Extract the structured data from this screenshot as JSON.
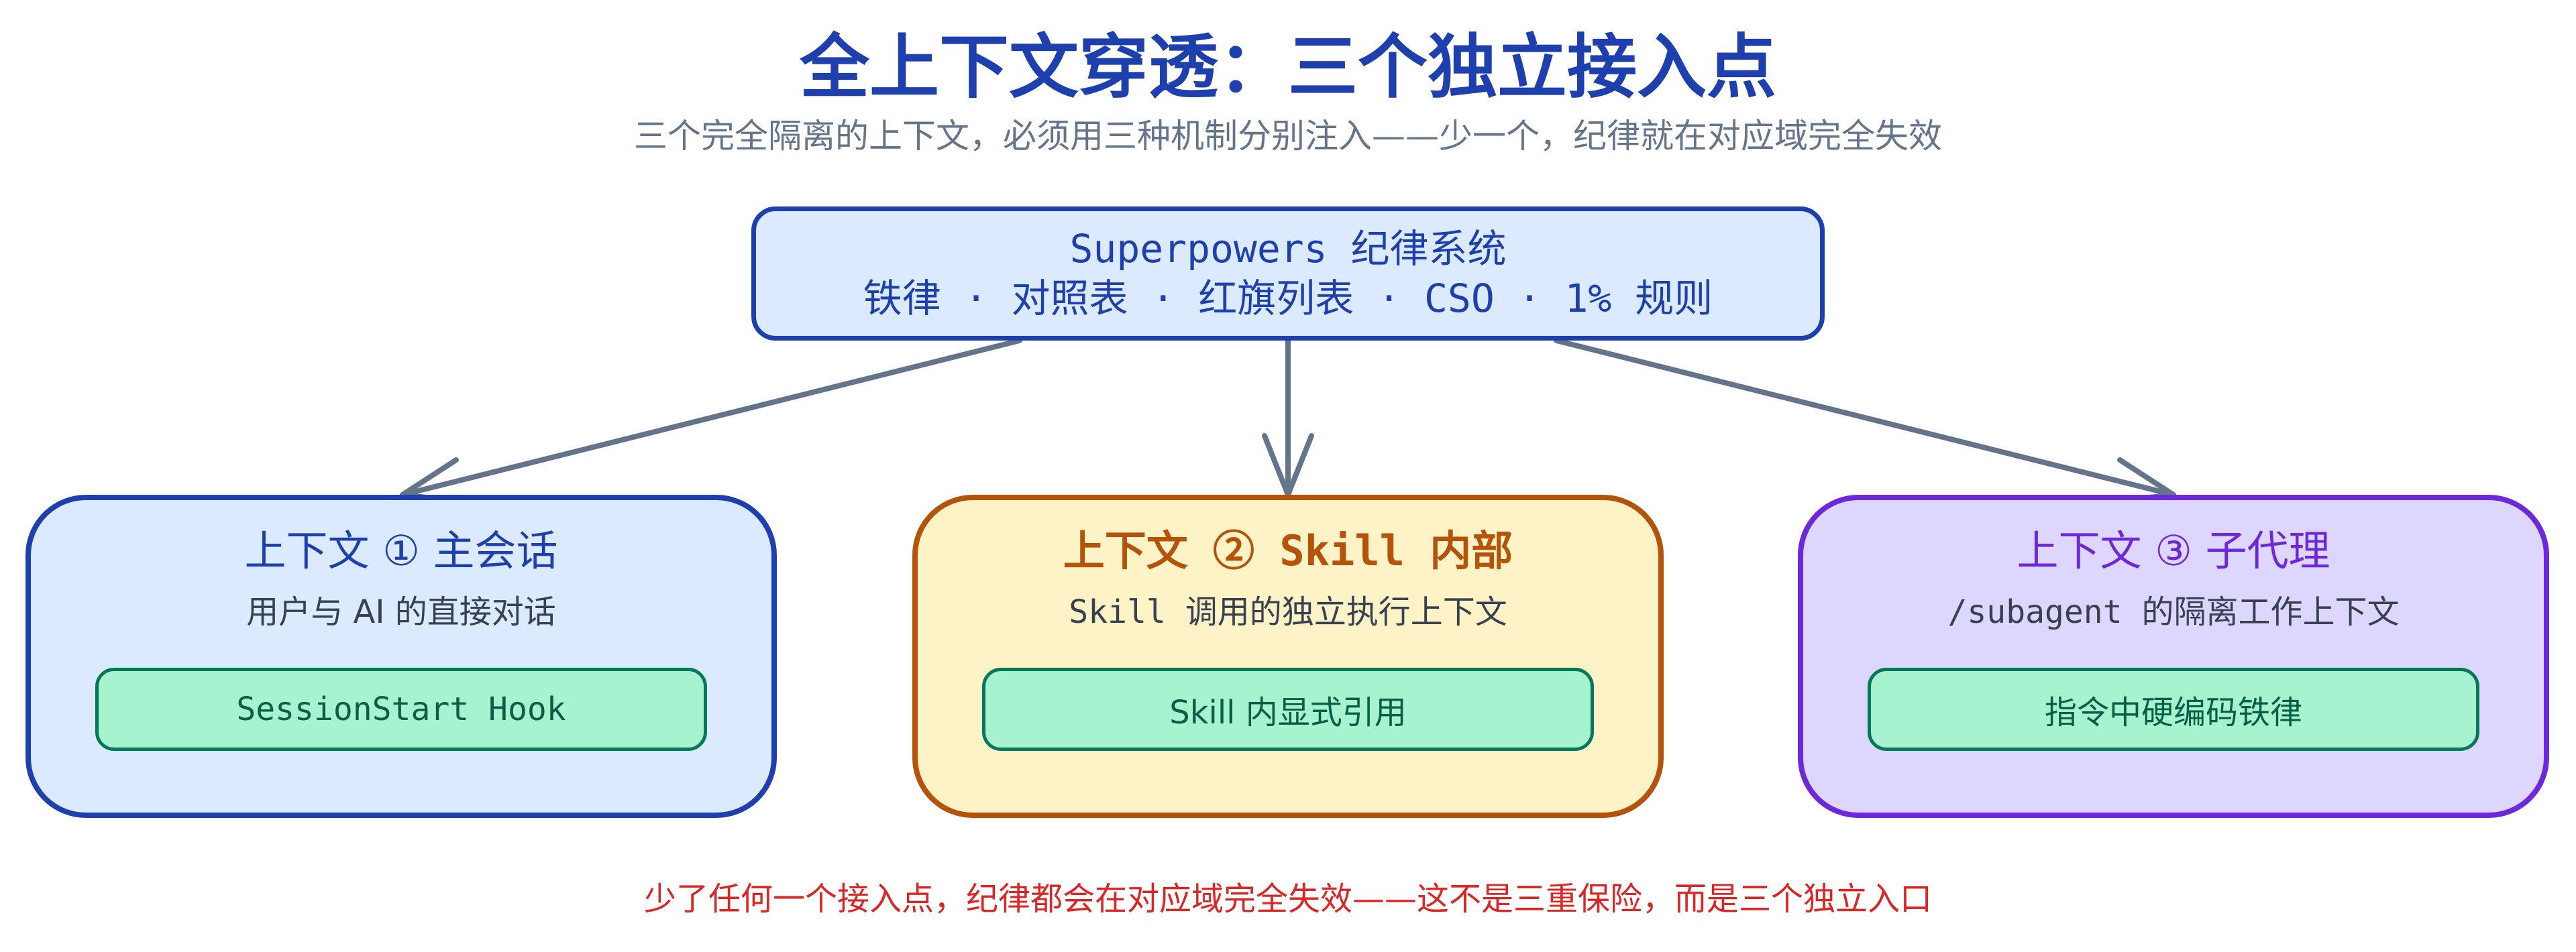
{
  "title": "全上下文穿透：三个独立接入点",
  "subtitle": "三个完全隔离的上下文，必须用三种机制分别注入——少一个，纪律就在对应域完全失效",
  "system": {
    "line1": "Superpowers 纪律系统",
    "line2": "铁律 · 对照表 · 红旗列表 · CSO · 1% 规则"
  },
  "contexts": [
    {
      "title": "上下文 ① 主会话",
      "desc": "用户与 AI 的直接对话",
      "mechanism": "SessionStart Hook"
    },
    {
      "title": "上下文 ② Skill 内部",
      "desc": "Skill 调用的独立执行上下文",
      "mechanism": "Skill 内显式引用"
    },
    {
      "title": "上下文 ③ 子代理",
      "desc": "/subagent 的隔离工作上下文",
      "mechanism": "指令中硬编码铁律"
    }
  ],
  "footer": "少了任何一个接入点，纪律都会在对应域完全失效——这不是三重保险，而是三个独立入口",
  "colors": {
    "title": "#1e40af",
    "arrow": "#64748b",
    "ctx1": "#1e40af",
    "ctx2": "#b45309",
    "ctx3": "#6d28d9",
    "mechanism": "#a7f3d0",
    "footer": "#dc2626"
  }
}
